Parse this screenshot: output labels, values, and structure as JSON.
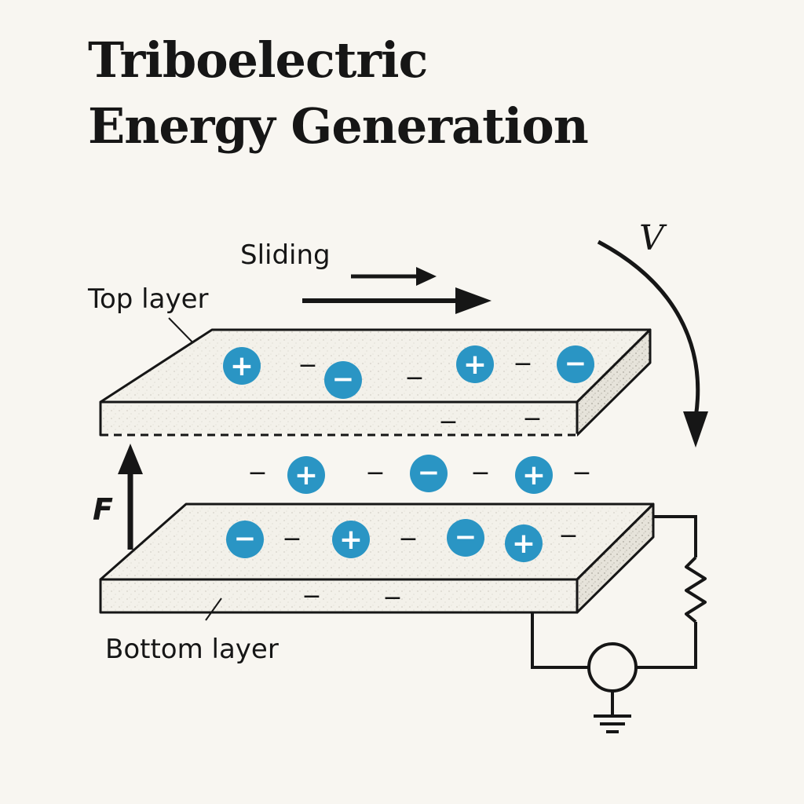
{
  "title": {
    "line1": "Triboelectric",
    "line2": "Energy Generation"
  },
  "labels": {
    "sliding": "Sliding",
    "top_layer": "Top layer",
    "bottom_layer": "Bottom layer",
    "force": "F",
    "voltage": "V"
  },
  "colors": {
    "background": "#f8f6f1",
    "ink": "#161616",
    "charge_blue": "#2a95c4",
    "layer_fill": "#f3f1ea"
  },
  "symbols": {
    "plus": "+",
    "minus": "−"
  },
  "charges": {
    "top_surface": [
      "+",
      "−",
      "−",
      "−",
      "+",
      "−",
      "−"
    ],
    "top_underside": [
      "−",
      "−"
    ],
    "gap": [
      "−",
      "+",
      "−",
      "−",
      "−",
      "+",
      "−"
    ],
    "bottom_surface": [
      "−",
      "−",
      "+",
      "−",
      "−",
      "+",
      "−"
    ],
    "bottom_front": [
      "−",
      "−"
    ]
  },
  "circuit": {
    "components": [
      "resistor",
      "source",
      "ground"
    ]
  }
}
